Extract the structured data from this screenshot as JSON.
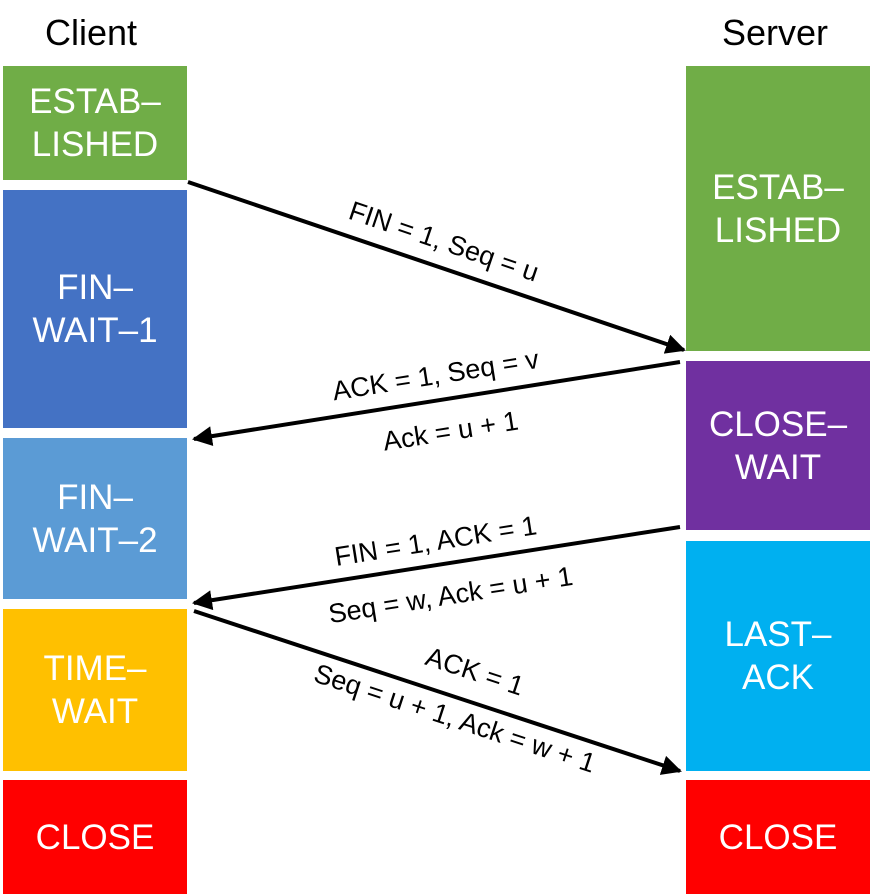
{
  "headers": {
    "client": "Client",
    "server": "Server"
  },
  "client_states": [
    {
      "lines": [
        "ESTAB–",
        "LISHED"
      ],
      "color": "#70ad47"
    },
    {
      "lines": [
        "FIN–",
        "WAIT–1"
      ],
      "color": "#4472c4"
    },
    {
      "lines": [
        "FIN–",
        "WAIT–2"
      ],
      "color": "#5b9bd5"
    },
    {
      "lines": [
        "TIME–",
        "WAIT"
      ],
      "color": "#ffc000"
    },
    {
      "lines": [
        "CLOSE"
      ],
      "color": "#ff0000"
    }
  ],
  "server_states": [
    {
      "lines": [
        "ESTAB–",
        "LISHED"
      ],
      "color": "#70ad47"
    },
    {
      "lines": [
        "CLOSE–",
        "WAIT"
      ],
      "color": "#7030a0"
    },
    {
      "lines": [
        "LAST–",
        "ACK"
      ],
      "color": "#00b0f0"
    },
    {
      "lines": [
        "CLOSE"
      ],
      "color": "#ff0000"
    }
  ],
  "messages": [
    {
      "direction": "client-to-server",
      "above": "FIN = 1,  Seq = u",
      "below": ""
    },
    {
      "direction": "server-to-client",
      "above": "ACK = 1,   Seq = v",
      "below": "Ack = u + 1"
    },
    {
      "direction": "server-to-client",
      "above": "FIN = 1,   ACK = 1",
      "below": "Seq = w,  Ack = u + 1"
    },
    {
      "direction": "client-to-server",
      "above": "ACK = 1",
      "below": "Seq = u + 1,  Ack = w + 1"
    }
  ]
}
